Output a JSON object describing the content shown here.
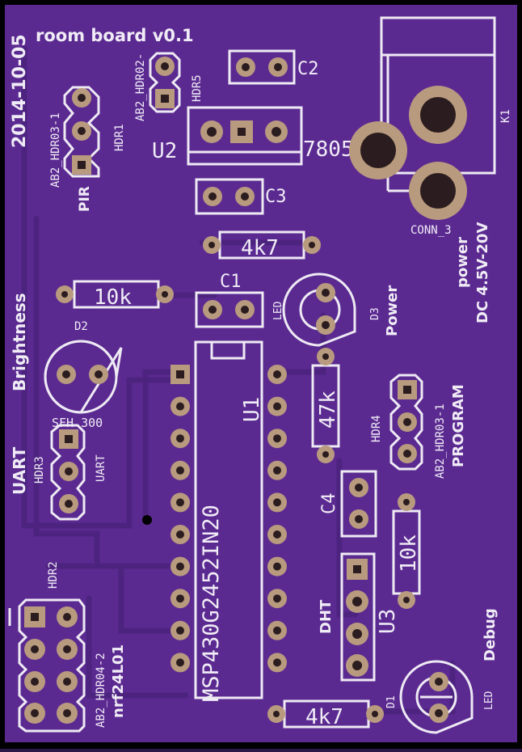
{
  "board": {
    "color": "#5b2a91",
    "copper": "#b89a7e",
    "silkscreen": "#eeeaf4",
    "frame": "#000000"
  },
  "header": {
    "date": "2014-10-05",
    "title": "room board v0.1"
  },
  "labels": {
    "hdr03_pir": "AB2_HDR03-1",
    "hdr1": "HDR1",
    "pir": "PIR",
    "hdr02": "AB2_HDR02-",
    "hdr5": "HDR5",
    "c2": "C2",
    "u2": "U2",
    "reg": "7805",
    "c3": "C3",
    "k1": "K1",
    "conn": "CONN_3",
    "power1": "power",
    "power2": "DC 4.5V-20V",
    "r_4k7_top": "4k7",
    "r_10k": "10k",
    "c1": "C1",
    "led_d3": "LED",
    "d3": "D3",
    "d3_name": "Power",
    "brightness": "Brightness",
    "d2": "D2",
    "sfh": "SFH 300",
    "u1": "U1",
    "mcu": "MSP430G2452IN20",
    "r_47k": "47k",
    "hdr4": "HDR4",
    "hdr03_prog": "AB2_HDR03-1",
    "program": "PROGRAM",
    "uart_title": "UART",
    "hdr3": "HDR3",
    "uart_small": "UART",
    "c4": "C4",
    "r_10k_b": "10k",
    "hdr2": "HDR2",
    "dht": "DHT",
    "u3": "U3",
    "hdr04": "AB2_HDR04-2",
    "nrf": "nrf24L01",
    "debug": "Debug",
    "d1": "D1",
    "led_d1": "LED",
    "r_4k7_bottom": "4k7"
  }
}
